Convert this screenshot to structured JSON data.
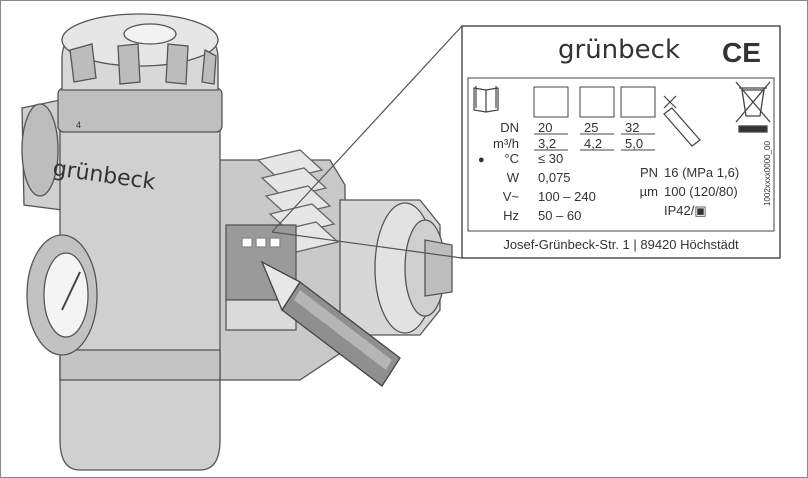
{
  "device": {
    "brand_text": "grünbeck",
    "cap_mark": "4"
  },
  "type_plate": {
    "brand": "grünbeck",
    "ce_mark": "CE",
    "dn_label": "DN",
    "flow_label": "m³/h",
    "temp_label": "°C",
    "power_label": "W",
    "voltage_label": "V~",
    "freq_label": "Hz",
    "sizes": [
      {
        "dn": "20",
        "flow": "3,2"
      },
      {
        "dn": "25",
        "flow": "4,2"
      },
      {
        "dn": "32",
        "flow": "5,0"
      }
    ],
    "temp_value": "≤ 30",
    "power_value": "0,075",
    "voltage_value": "100 – 240",
    "freq_value": "50 – 60",
    "pn_label": "PN",
    "pn_value": "16 (MPa 1,6)",
    "mesh_label": "µm",
    "mesh_value": "100 (120/80)",
    "ip_value": "IP42/▣",
    "doc_number": "1002xxxx0000_00",
    "address": "Josef-Grünbeck-Str. 1 | 89420 Höchstädt"
  }
}
